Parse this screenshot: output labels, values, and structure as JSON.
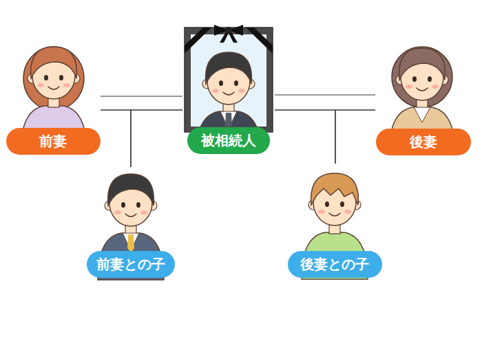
{
  "diagram": {
    "nodes": [
      {
        "text": [
          "前妻"
        ]
      },
      {
        "text": [
          "被相続人"
        ]
      },
      {
        "text": [
          "後妻"
        ]
      },
      {
        "text": [
          "前妻との子"
        ]
      },
      {
        "text": [
          "後妻との子"
        ]
      }
    ],
    "edges": [
      {
        "from": 0,
        "to": 1,
        "arrow": "none"
      },
      {
        "from": 1,
        "to": 2,
        "arrow": "none"
      },
      {
        "from": 0,
        "to": 3,
        "arrow": "none"
      },
      {
        "from": 1,
        "to": 3,
        "arrow": "none"
      },
      {
        "from": 1,
        "to": 4,
        "arrow": "none"
      },
      {
        "from": 2,
        "to": 4,
        "arrow": "none"
      }
    ]
  }
}
